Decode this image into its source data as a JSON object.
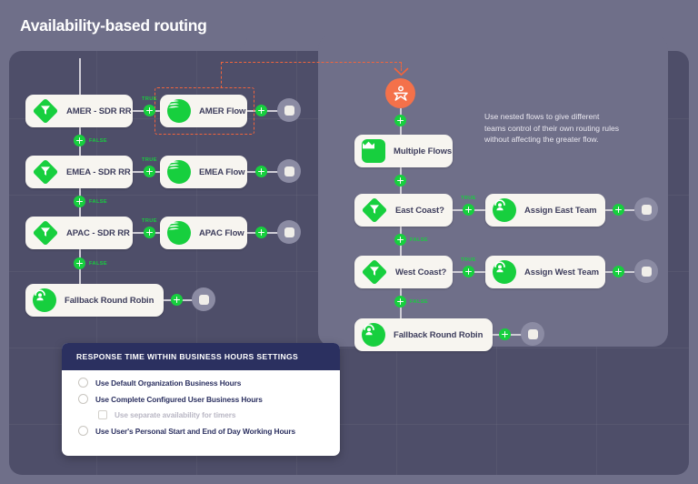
{
  "header": {
    "title": "Availability-based routing"
  },
  "colors": {
    "frame_bg": "#6f6f89",
    "canvas_bg": "#4e4e69",
    "panel_bg": "#6f6f89",
    "node_bg": "#f7f5f0",
    "node_text": "#3d3d5c",
    "accent_green": "#17cf3e",
    "accent_orange": "#f2643c",
    "avatar_orange": "#f4714a",
    "end_node": "#8b8ba3",
    "dialog_header": "#2b3060"
  },
  "main_flow": {
    "nodes": [
      {
        "id": "amer-cond",
        "label": "AMER - SDR RR",
        "icon": "filter-diamond-icon",
        "type": "condition"
      },
      {
        "id": "amer-flow",
        "label": "AMER Flow",
        "icon": "flow-wave-icon",
        "type": "flow"
      },
      {
        "id": "emea-cond",
        "label": "EMEA - SDR RR",
        "icon": "filter-diamond-icon",
        "type": "condition"
      },
      {
        "id": "emea-flow",
        "label": "EMEA Flow",
        "icon": "flow-wave-icon",
        "type": "flow"
      },
      {
        "id": "apac-cond",
        "label": "APAC - SDR RR",
        "icon": "filter-diamond-icon",
        "type": "condition"
      },
      {
        "id": "apac-flow",
        "label": "APAC Flow",
        "icon": "flow-wave-icon",
        "type": "flow"
      },
      {
        "id": "fallback-left",
        "label": "Fallback Round Robin",
        "icon": "agent-headset-icon",
        "type": "assign"
      }
    ],
    "edge_labels": {
      "true": "TRUE",
      "false": "FALSE"
    }
  },
  "nested_flow": {
    "note": "Use nested flows to give different teams control of their own routing rules without affecting the greater flow.",
    "avatar_icon": "user-avatar-icon",
    "nodes": [
      {
        "id": "multiple-flows",
        "label": "Multiple Flows",
        "icon": "crown-icon",
        "type": "flow-group"
      },
      {
        "id": "east-cond",
        "label": "East Coast?",
        "icon": "filter-diamond-icon",
        "type": "condition"
      },
      {
        "id": "east-assign",
        "label": "Assign East Team",
        "icon": "agent-headset-icon",
        "type": "assign"
      },
      {
        "id": "west-cond",
        "label": "West Coast?",
        "icon": "filter-diamond-icon",
        "type": "condition"
      },
      {
        "id": "west-assign",
        "label": "Assign West Team",
        "icon": "agent-headset-icon",
        "type": "assign"
      },
      {
        "id": "fallback-right",
        "label": "Fallback Round Robin",
        "icon": "agent-headset-icon",
        "type": "assign"
      }
    ],
    "edge_labels": {
      "true": "TRUE",
      "false": "FALSE"
    }
  },
  "settings_dialog": {
    "title": "RESPONSE TIME WITHIN BUSINESS HOURS SETTINGS",
    "options": [
      {
        "label": "Use Default Organization Business Hours",
        "control": "radio",
        "selected": false,
        "disabled": false
      },
      {
        "label": "Use Complete Configured User Business Hours",
        "control": "radio",
        "selected": false,
        "disabled": false
      },
      {
        "label": "Use separate availability for timers",
        "control": "checkbox",
        "selected": false,
        "disabled": true
      },
      {
        "label": "Use User's Personal Start and End of Day Working Hours",
        "control": "radio",
        "selected": false,
        "disabled": false
      }
    ]
  }
}
